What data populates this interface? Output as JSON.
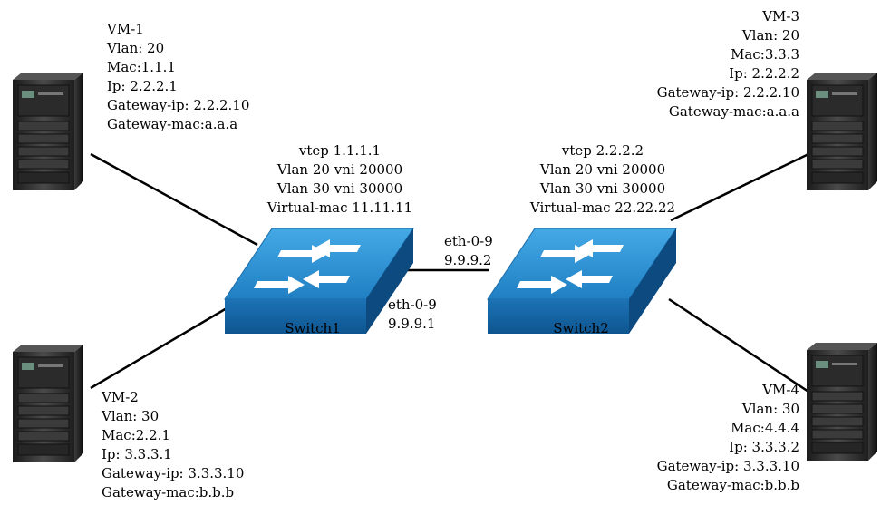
{
  "vm1": {
    "name": "VM-1",
    "vlan": "Vlan: 20",
    "mac": "Mac:1.1.1",
    "ip": "Ip: 2.2.2.1",
    "gateway_ip": "Gateway-ip: 2.2.2.10",
    "gateway_mac": "Gateway-mac:a.a.a"
  },
  "vm2": {
    "name": "VM-2",
    "vlan": "Vlan: 30",
    "mac": "Mac:2.2.1",
    "ip": "Ip: 3.3.3.1",
    "gateway_ip": "Gateway-ip: 3.3.3.10",
    "gateway_mac": "Gateway-mac:b.b.b"
  },
  "vm3": {
    "name": "VM-3",
    "vlan": "Vlan: 20",
    "mac": "Mac:3.3.3",
    "ip": "Ip: 2.2.2.2",
    "gateway_ip": "Gateway-ip: 2.2.2.10",
    "gateway_mac": "Gateway-mac:a.a.a"
  },
  "vm4": {
    "name": "VM-4",
    "vlan": "Vlan: 30",
    "mac": "Mac:4.4.4",
    "ip": "Ip: 3.3.3.2",
    "gateway_ip": "Gateway-ip: 3.3.3.10",
    "gateway_mac": "Gateway-mac:b.b.b"
  },
  "switch1": {
    "label": "Switch1",
    "vtep": "vtep 1.1.1.1",
    "vni1": "Vlan 20 vni 20000",
    "vni2": "Vlan 30 vni 30000",
    "virtual_mac": "Virtual-mac 11.11.11",
    "port": "eth-0-9",
    "port_ip": "9.9.9.1"
  },
  "switch2": {
    "label": "Switch2",
    "vtep": "vtep 2.2.2.2",
    "vni1": "Vlan 20 vni 20000",
    "vni2": "Vlan 30 vni 30000",
    "virtual_mac": "Virtual-mac 22.22.22",
    "port": "eth-0-9",
    "port_ip": "9.9.9.2"
  },
  "colors": {
    "switch_top": "#2b8fd0",
    "switch_front": "#1466a8",
    "switch_side": "#0d4f86",
    "server_body": "#2a2a2a",
    "link": "#000000"
  }
}
